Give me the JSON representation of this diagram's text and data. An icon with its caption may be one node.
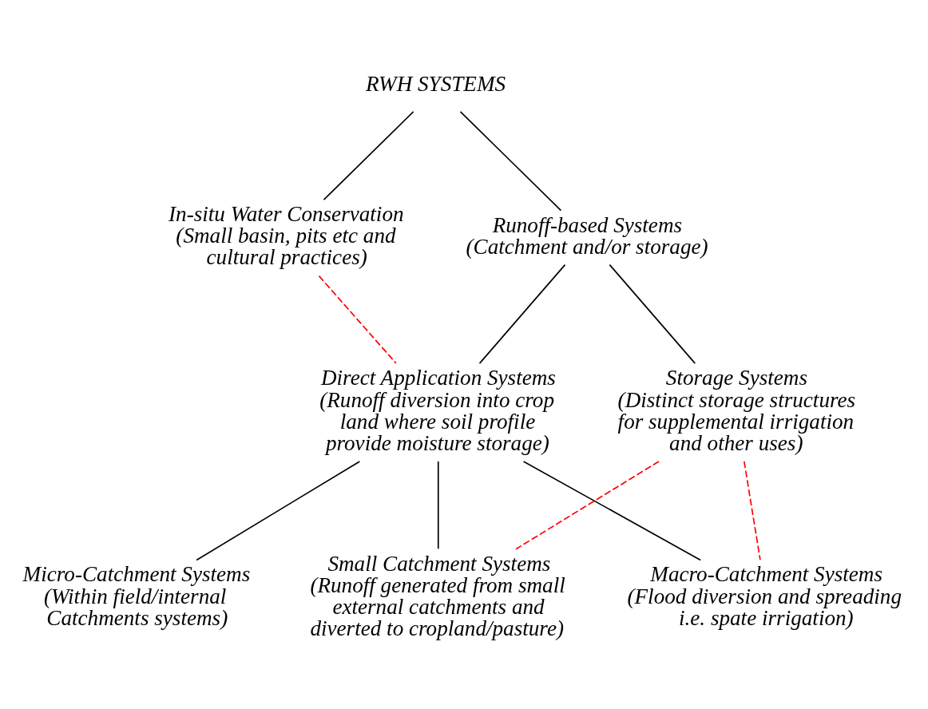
{
  "diagram": {
    "nodes": [
      {
        "text": [
          "RWH SYSTEMS"
        ]
      },
      {
        "text": [
          "In-situ Water Conservation",
          "(Small basin, pits etc and cultural practices)"
        ]
      },
      {
        "text": [
          "Runoff-based Systems",
          "(Catchment and/or storage)"
        ]
      },
      {
        "text": [
          "Direct Application Systems",
          "(Runoff diversion into crop land where soil profile provide moisture storage)"
        ]
      },
      {
        "text": [
          "Storage Systems",
          "(Distinct storage structures for supplemental irrigation and other uses)"
        ]
      },
      {
        "text": [
          "Micro-Catchment Systems",
          "(Within field/internal Catchments systems)"
        ]
      },
      {
        "text": [
          "Small Catchment Systems",
          "(Runoff generated from small external catchments and diverted to cropland/pasture)"
        ]
      },
      {
        "text": [
          "Macro-Catchment Systems",
          "(Flood diversion and spreading i.e. spate irrigation)"
        ]
      }
    ],
    "edges": [
      {
        "from": 0,
        "to": 1,
        "arrow": "none"
      },
      {
        "from": 0,
        "to": 2,
        "arrow": "none"
      },
      {
        "from": 2,
        "to": 3,
        "arrow": "none"
      },
      {
        "from": 2,
        "to": 4,
        "arrow": "none"
      },
      {
        "from": 1,
        "to": 3,
        "arrow": "none",
        "style": "dashed",
        "color": "#ff0000"
      },
      {
        "from": 3,
        "to": 5,
        "arrow": "none"
      },
      {
        "from": 3,
        "to": 6,
        "arrow": "none"
      },
      {
        "from": 3,
        "to": 7,
        "arrow": "none"
      },
      {
        "from": 4,
        "to": 6,
        "arrow": "none",
        "style": "dashed",
        "color": "#ff0000"
      },
      {
        "from": 4,
        "to": 7,
        "arrow": "none",
        "style": "dashed",
        "color": "#ff0000"
      }
    ]
  }
}
